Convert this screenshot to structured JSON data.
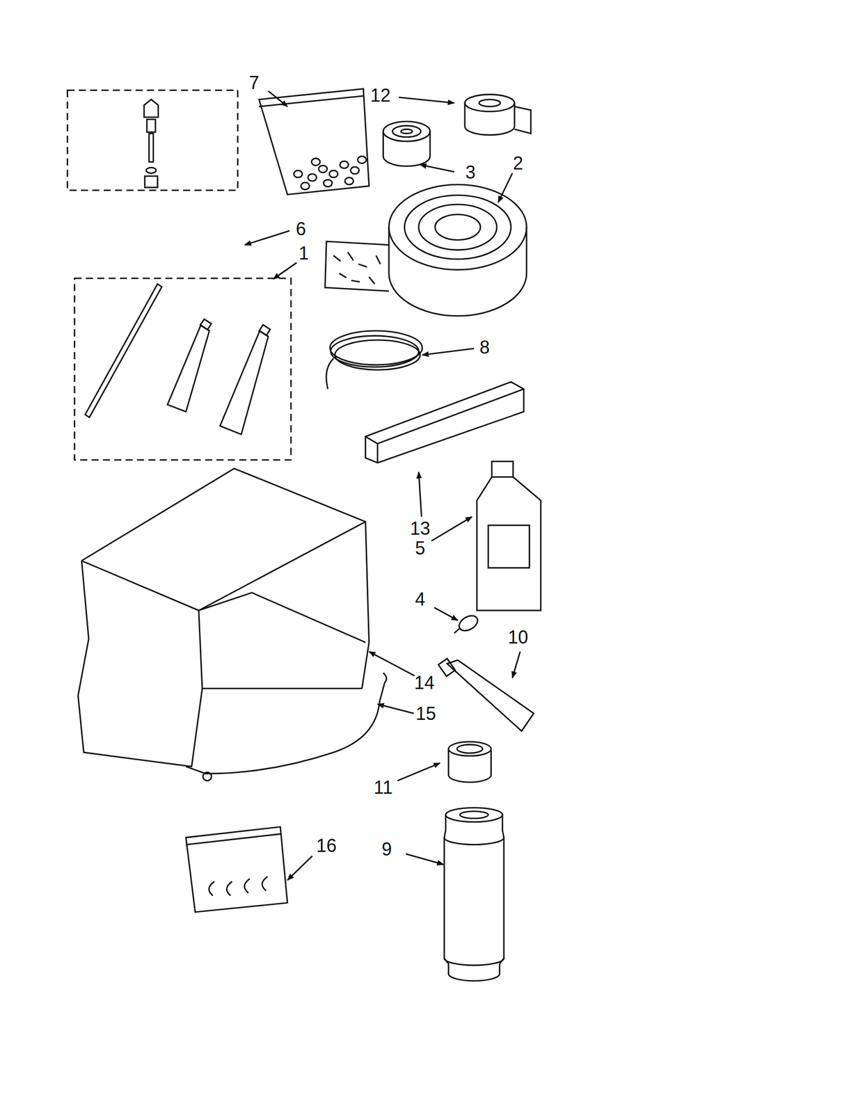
{
  "diagram": {
    "labels": [
      "7",
      "12",
      "3",
      "2",
      "6",
      "1",
      "8",
      "13",
      "5",
      "4",
      "10",
      "14",
      "15",
      "11",
      "9",
      "16"
    ]
  }
}
